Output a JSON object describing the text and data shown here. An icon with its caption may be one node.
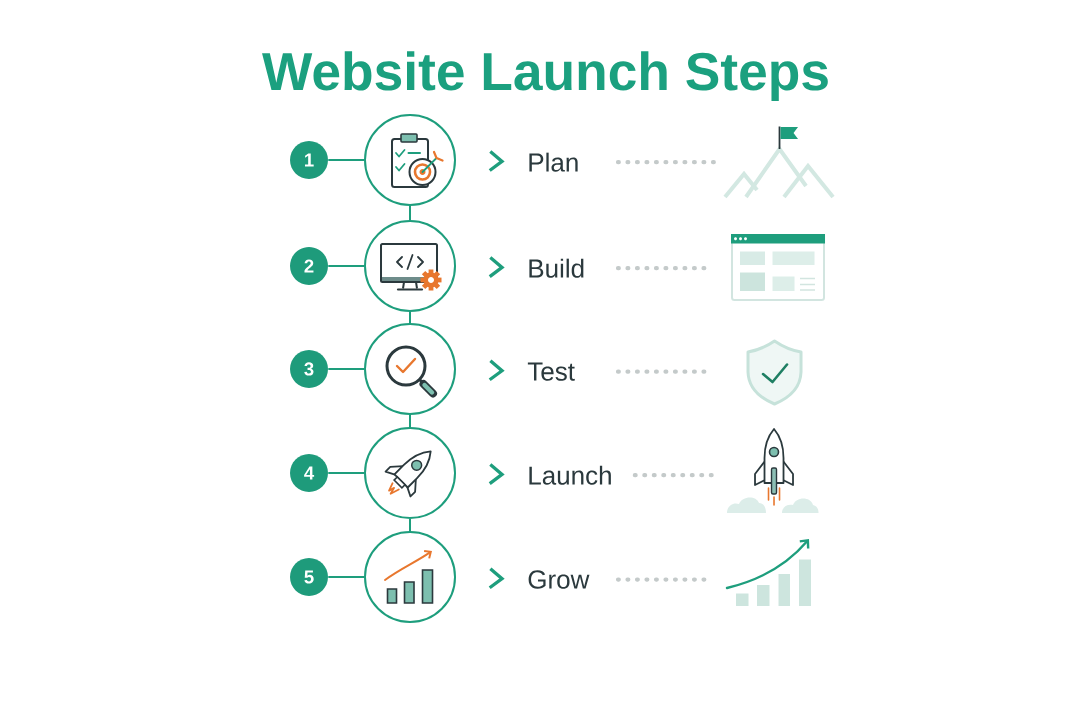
{
  "diagram": {
    "title": "Website Launch Steps",
    "nodes": [
      {
        "text": [
          "1"
        ]
      },
      {
        "text": [],
        "shape": "circle"
      },
      {
        "text": [
          "Plan"
        ]
      },
      {
        "text": [],
        "shape": "picture"
      },
      {
        "text": [
          "2"
        ]
      },
      {
        "text": [],
        "shape": "circle"
      },
      {
        "text": [
          "Build"
        ]
      },
      {
        "text": [],
        "shape": "picture"
      },
      {
        "text": [
          "3"
        ]
      },
      {
        "text": [],
        "shape": "circle"
      },
      {
        "text": [
          "Test"
        ]
      },
      {
        "text": [],
        "shape": "picture"
      },
      {
        "text": [
          "4"
        ]
      },
      {
        "text": [],
        "shape": "circle"
      },
      {
        "text": [
          "Launch"
        ]
      },
      {
        "text": [],
        "shape": "picture"
      },
      {
        "text": [
          "5"
        ]
      },
      {
        "text": [],
        "shape": "circle"
      },
      {
        "text": [
          "Grow"
        ]
      },
      {
        "text": [],
        "shape": "picture"
      }
    ],
    "edges": [
      {
        "from": 0,
        "to": 1,
        "arrow": "none"
      },
      {
        "from": 1,
        "to": 2,
        "arrow": "to"
      },
      {
        "from": 2,
        "to": 3,
        "arrow": "none",
        "style": "dashed",
        "color": "#c4caca"
      },
      {
        "from": 1,
        "to": 5,
        "arrow": "none"
      },
      {
        "from": 4,
        "to": 5,
        "arrow": "none"
      },
      {
        "from": 5,
        "to": 6,
        "arrow": "to"
      },
      {
        "from": 6,
        "to": 7,
        "arrow": "none",
        "style": "dashed",
        "color": "#c4caca"
      },
      {
        "from": 5,
        "to": 9,
        "arrow": "none"
      },
      {
        "from": 8,
        "to": 9,
        "arrow": "none"
      },
      {
        "from": 9,
        "to": 10,
        "arrow": "to"
      },
      {
        "from": 10,
        "to": 11,
        "arrow": "none",
        "style": "dashed",
        "color": "#c4caca"
      },
      {
        "from": 9,
        "to": 13,
        "arrow": "none"
      },
      {
        "from": 12,
        "to": 13,
        "arrow": "none"
      },
      {
        "from": 13,
        "to": 14,
        "arrow": "to"
      },
      {
        "from": 14,
        "to": 15,
        "arrow": "none",
        "style": "dashed",
        "color": "#c4caca"
      },
      {
        "from": 13,
        "to": 17,
        "arrow": "none"
      },
      {
        "from": 16,
        "to": 17,
        "arrow": "none"
      },
      {
        "from": 17,
        "to": 18,
        "arrow": "to"
      },
      {
        "from": 18,
        "to": 19,
        "arrow": "none",
        "style": "dashed",
        "color": "#c4caca"
      }
    ]
  }
}
